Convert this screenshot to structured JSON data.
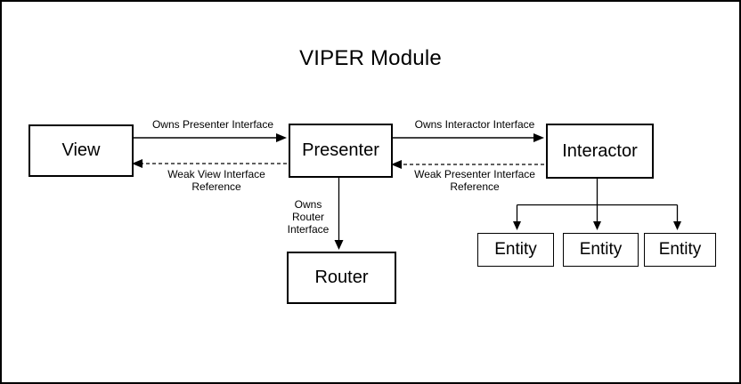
{
  "title": "VIPER Module",
  "colors": {
    "stroke": "#000000",
    "background": "#ffffff",
    "text": "#000000"
  },
  "nodes": {
    "view": {
      "label": "View"
    },
    "presenter": {
      "label": "Presenter"
    },
    "interactor": {
      "label": "Interactor"
    },
    "router": {
      "label": "Router"
    },
    "entities": [
      {
        "label": "Entity"
      },
      {
        "label": "Entity"
      },
      {
        "label": "Entity"
      }
    ]
  },
  "edges": {
    "view_to_presenter": {
      "label": "Owns Presenter Interface",
      "style": "solid"
    },
    "presenter_to_view": {
      "label_line1": "Weak View Interface",
      "label_line2": "Reference",
      "style": "dashed"
    },
    "presenter_to_interactor": {
      "label": "Owns Interactor Interface",
      "style": "solid"
    },
    "interactor_to_presenter": {
      "label_line1": "Weak Presenter Interface",
      "label_line2": "Reference",
      "style": "dashed"
    },
    "presenter_to_router": {
      "label_line1": "Owns",
      "label_line2": "Router",
      "label_line3": "Interface",
      "style": "solid"
    },
    "interactor_to_entities": {
      "style": "solid"
    }
  }
}
